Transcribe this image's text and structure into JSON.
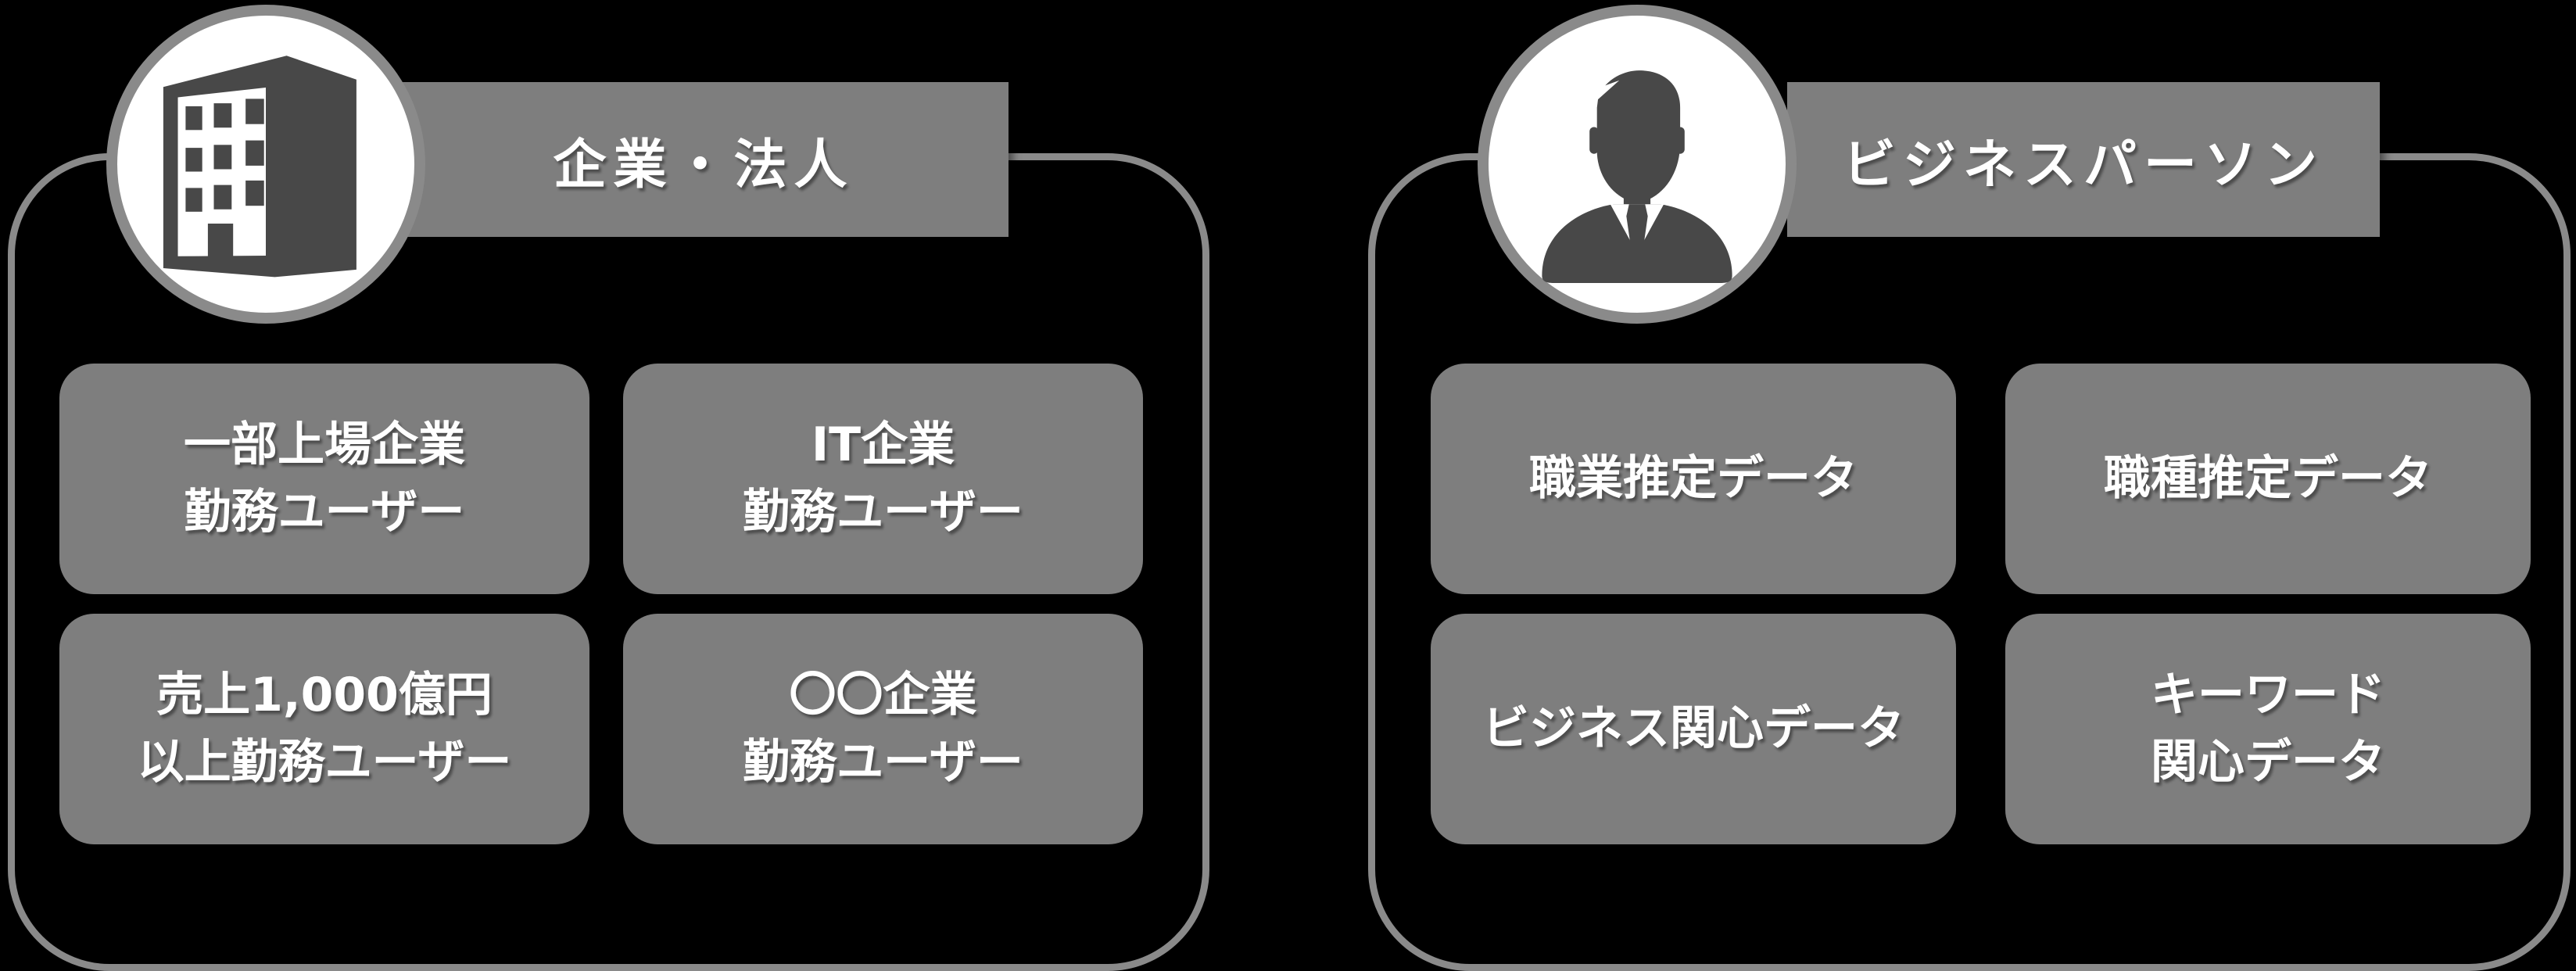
{
  "background": "#000000",
  "colors": {
    "panel_fill_gray": "#7e7e7e",
    "border_gray": "#8a8a8a",
    "icon_dark_gray": "#484848",
    "text_white": "#ffffff"
  },
  "left": {
    "title": "企業・法人",
    "icon": "building-icon",
    "boxes": [
      {
        "lines": [
          "一部上場企業",
          "勤務ユーザー"
        ]
      },
      {
        "lines": [
          "IT企業",
          "勤務ユーザー"
        ]
      },
      {
        "lines": [
          "売上1,000億円",
          "以上勤務ユーザー"
        ]
      },
      {
        "lines": [
          "〇〇企業",
          "勤務ユーザー"
        ]
      }
    ]
  },
  "right": {
    "title": "ビジネスパーソン",
    "icon": "businessperson-icon",
    "boxes": [
      {
        "lines": [
          "職業推定データ"
        ]
      },
      {
        "lines": [
          "職種推定データ"
        ]
      },
      {
        "lines": [
          "ビジネス関心データ"
        ]
      },
      {
        "lines": [
          "キーワード",
          "関心データ"
        ]
      }
    ]
  }
}
